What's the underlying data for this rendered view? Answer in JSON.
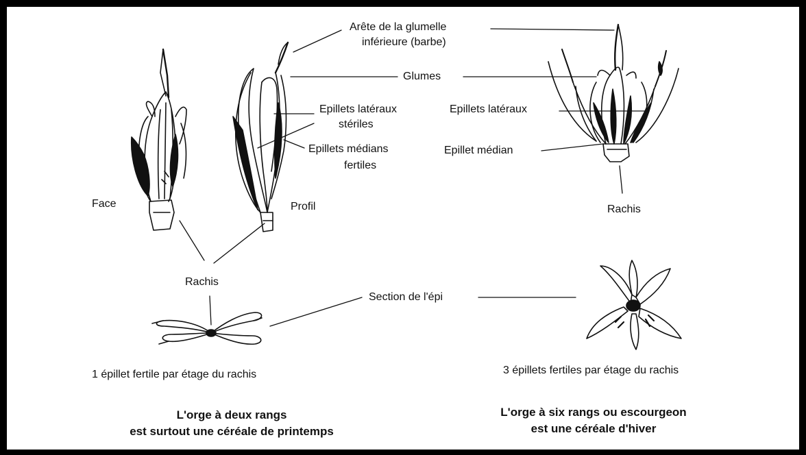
{
  "labels": {
    "arete_line1": "Arête de la glumelle",
    "arete_line2": "inférieure (barbe)",
    "glumes": "Glumes",
    "epillets_lateraux_steriles_1": "Epillets latéraux",
    "epillets_lateraux_steriles_2": "stériles",
    "epillets_medians_1": "Epillets médians",
    "epillets_medians_2": "fertiles",
    "epillets_lateraux": "Epillets latéraux",
    "epillet_median": "Epillet médian",
    "face": "Face",
    "profil": "Profil",
    "rachis_left": "Rachis",
    "rachis_right": "Rachis",
    "section": "Section de l'épi"
  },
  "captions": {
    "left": "1 épillet fertile par étage du rachis",
    "right": "3 épillets fertiles par étage du rachis"
  },
  "titles": {
    "left_line1": "L'orge à deux rangs",
    "left_line2": "est surtout une céréale de printemps",
    "right_line1": "L'orge à six rangs ou escourgeon",
    "right_line2": "est une céréale d'hiver"
  }
}
